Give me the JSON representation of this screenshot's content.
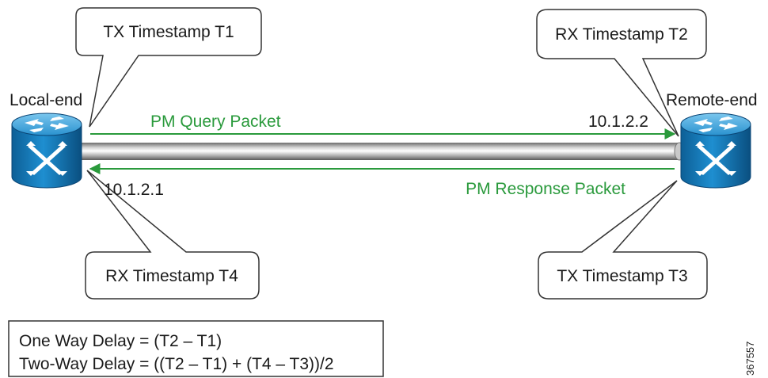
{
  "local": {
    "label": "Local-end",
    "ip": "10.1.2.1"
  },
  "remote": {
    "label": "Remote-end",
    "ip": "10.1.2.2"
  },
  "packets": {
    "query": "PM Query Packet",
    "response": "PM Response Packet"
  },
  "callouts": {
    "t1": "TX Timestamp T1",
    "t2": "RX Timestamp T2",
    "t3": "TX Timestamp T3",
    "t4": "RX Timestamp T4"
  },
  "formulas": {
    "one_way": "One Way Delay = (T2 – T1)",
    "two_way": "Two-Way Delay = ((T2 – T1) + (T4 – T3))/2"
  },
  "figure_id": "367557",
  "icons": {
    "local_router": "router-icon",
    "remote_router": "router-icon"
  },
  "colors": {
    "packet_arrow": "#2a9a3c",
    "router": "#1f8fcc"
  }
}
